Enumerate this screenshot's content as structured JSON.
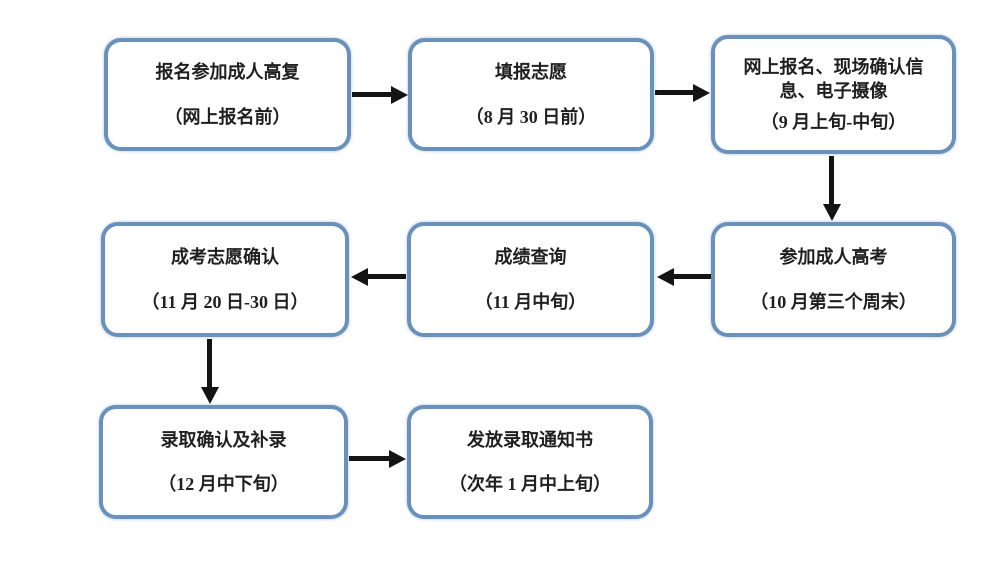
{
  "nodes": [
    {
      "id": "node-signup-prep",
      "title": "报名参加成人高复",
      "subtitle": "（网上报名前）"
    },
    {
      "id": "node-fill-preferences",
      "title": "填报志愿",
      "subtitle": "（8 月 30 日前）"
    },
    {
      "id": "node-online-register",
      "title": "网上报名、现场确认信息、电子摄像",
      "subtitle": "（9 月上旬-中旬）"
    },
    {
      "id": "node-take-exam",
      "title": "参加成人高考",
      "subtitle": "（10 月第三个周末）"
    },
    {
      "id": "node-score-query",
      "title": "成绩查询",
      "subtitle": "（11 月中旬）"
    },
    {
      "id": "node-confirm-pref",
      "title": "成考志愿确认",
      "subtitle": "（11 月 20 日-30 日）"
    },
    {
      "id": "node-admission-confirm",
      "title": "录取确认及补录",
      "subtitle": "（12 月中下旬）"
    },
    {
      "id": "node-send-notice",
      "title": "发放录取通知书",
      "subtitle": "（次年 1 月中上旬）"
    }
  ],
  "edges": [
    {
      "from": "node-signup-prep",
      "to": "node-fill-preferences",
      "direction": "right"
    },
    {
      "from": "node-fill-preferences",
      "to": "node-online-register",
      "direction": "right"
    },
    {
      "from": "node-online-register",
      "to": "node-take-exam",
      "direction": "down"
    },
    {
      "from": "node-take-exam",
      "to": "node-score-query",
      "direction": "left"
    },
    {
      "from": "node-score-query",
      "to": "node-confirm-pref",
      "direction": "left"
    },
    {
      "from": "node-confirm-pref",
      "to": "node-admission-confirm",
      "direction": "down"
    },
    {
      "from": "node-admission-confirm",
      "to": "node-send-notice",
      "direction": "right"
    }
  ],
  "colors": {
    "node_border": "#6a91bc",
    "node_fill": "#ffffff",
    "arrow": "#141414",
    "text": "#1f1f1f"
  }
}
